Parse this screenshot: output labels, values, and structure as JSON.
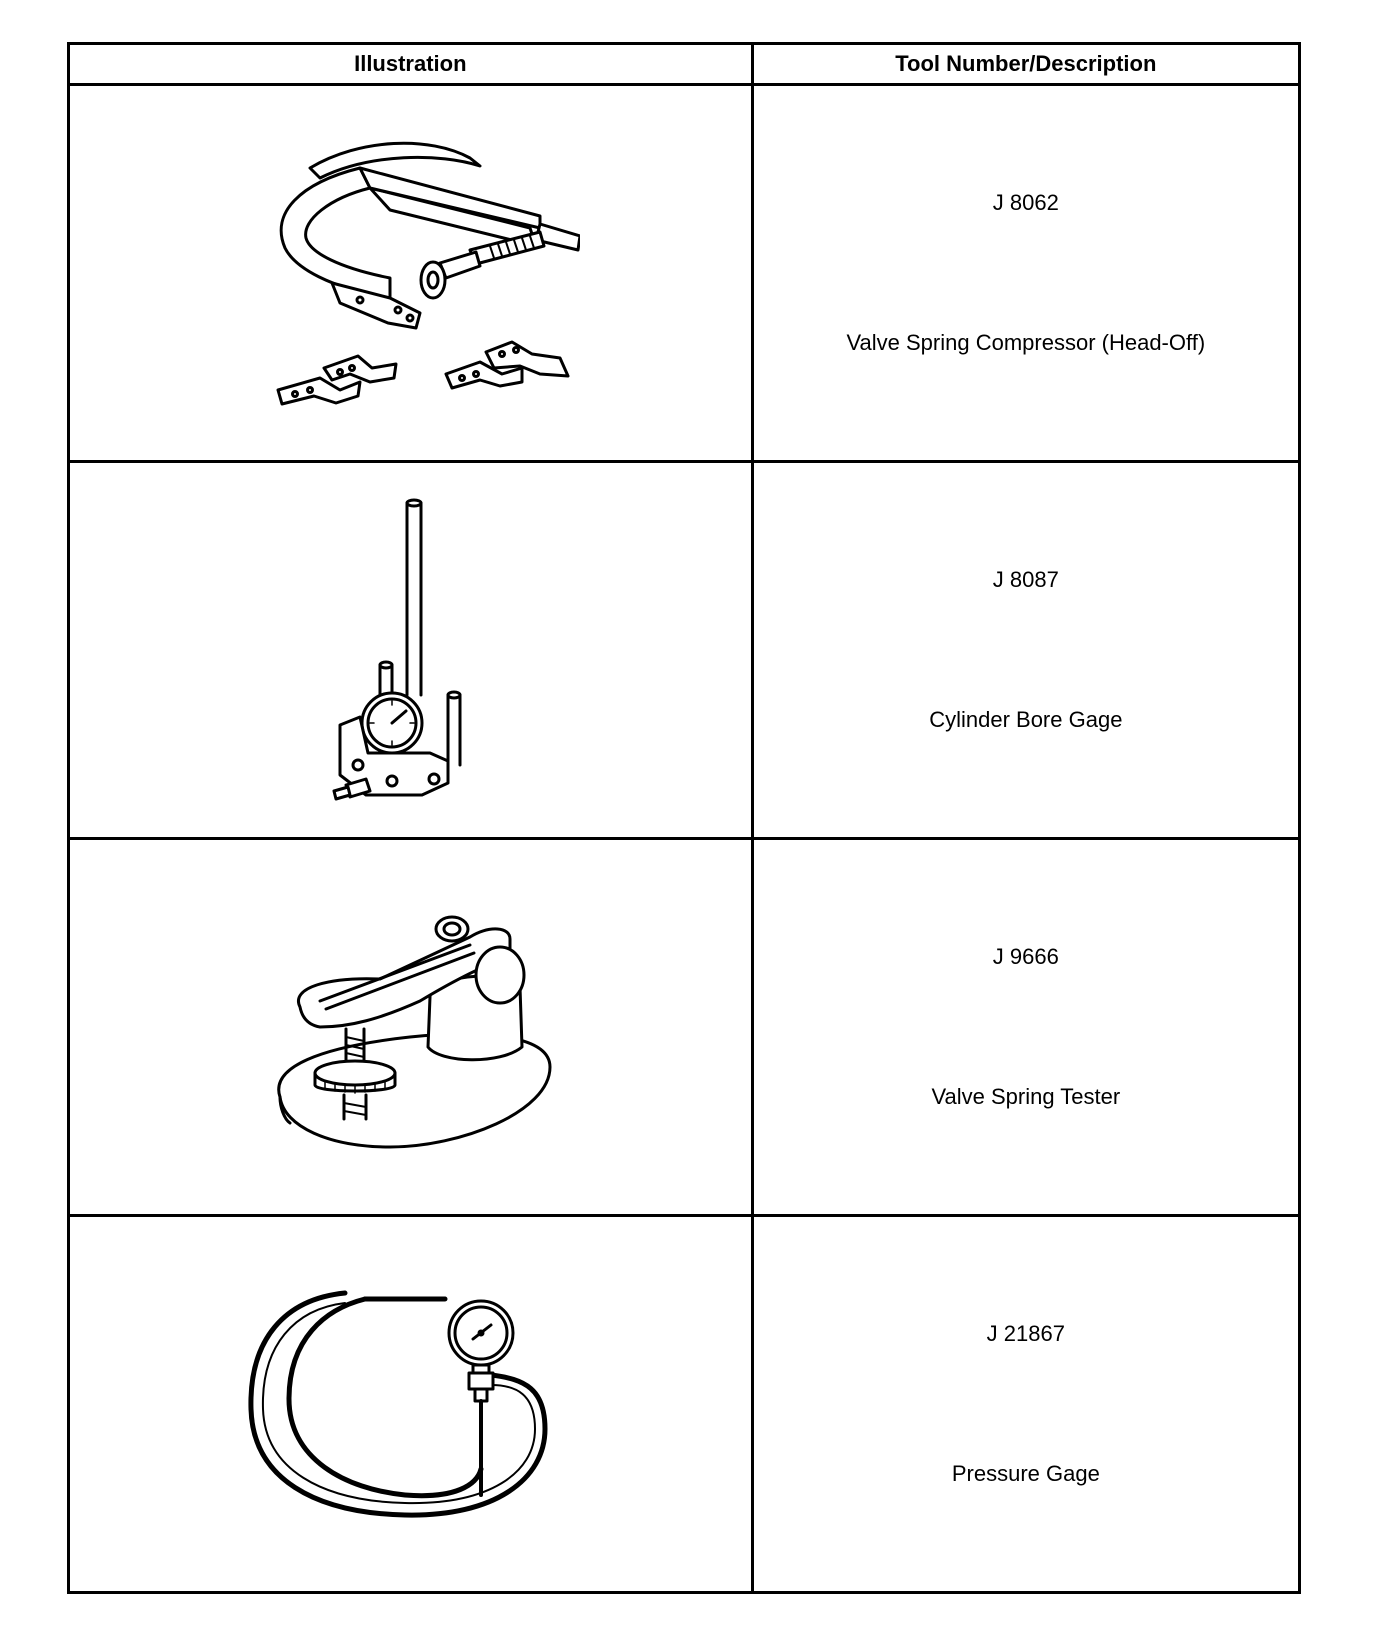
{
  "table": {
    "headers": [
      "Illustration",
      "Tool Number/Description"
    ],
    "rows": [
      {
        "number": "J 8062",
        "description": "Valve Spring Compressor (Head-Off)",
        "icon": "valve-spring-compressor-icon"
      },
      {
        "number": "J 8087",
        "description": "Cylinder Bore Gage",
        "icon": "cylinder-bore-gage-icon"
      },
      {
        "number": "J 9666",
        "description": "Valve Spring Tester",
        "icon": "valve-spring-tester-icon"
      },
      {
        "number": "J 21867",
        "description": "Pressure Gage",
        "icon": "pressure-gage-icon"
      }
    ]
  }
}
